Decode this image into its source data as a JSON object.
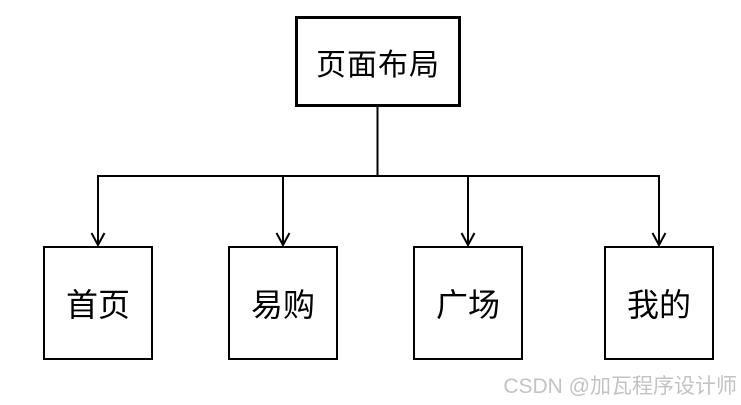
{
  "diagram": {
    "root": {
      "label": "页面布局"
    },
    "children": [
      {
        "label": "首页"
      },
      {
        "label": "易购"
      },
      {
        "label": "广场"
      },
      {
        "label": "我的"
      }
    ]
  },
  "watermark": {
    "text": "CSDN @加瓦程序设计师"
  },
  "colors": {
    "line": "#000000",
    "background": "#ffffff",
    "watermark": "#c3c3c3"
  }
}
